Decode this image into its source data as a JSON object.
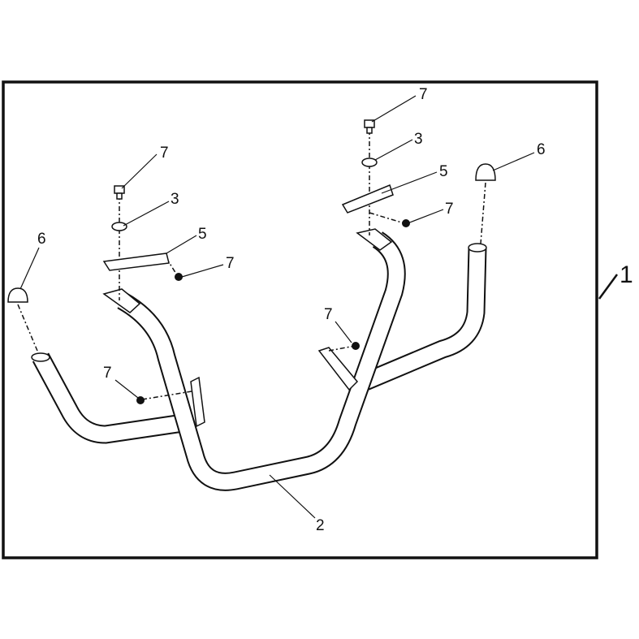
{
  "diagram": {
    "assembly_callout": "1",
    "callouts": {
      "bolt_top_right": "7",
      "washer_right": "3",
      "bracket_right": "5",
      "cap_right": "6",
      "nut_right": "7",
      "bolt_top_left": "7",
      "washer_left": "3",
      "bracket_left": "5",
      "nut_left": "7",
      "cap_left": "6",
      "bolt_mid_right": "7",
      "bolt_mid_left": "7",
      "guard_tube": "2"
    }
  }
}
